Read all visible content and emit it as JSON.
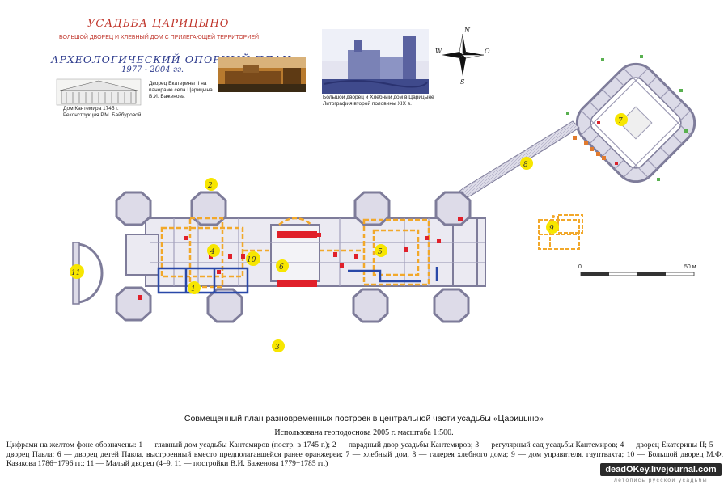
{
  "header": {
    "title": "УСАДЬБА ЦАРИЦЫНО",
    "subtitle": "БОЛЬШОЙ ДВОРЕЦ И ХЛЕБНЫЙ ДОМ С ПРИЛЕГАЮЩЕЙ ТЕРРИТОРИЕЙ",
    "plan_title": "АРХЕОЛОГИЧЕСКИЙ ОПОРНЫЙ ПЛАН",
    "years": "1977 - 2004 гг."
  },
  "illustrations": [
    {
      "caption_line1": "Дом Кантемира 1745 г.",
      "caption_line2": "Реконструкция Р.М. Байбуровой"
    },
    {
      "caption_line1": "Дворец Екатерины II на",
      "caption_line2": "панораме села Царицына",
      "caption_line3": "В.И. Баженова"
    },
    {
      "caption_line1": "Большой дворец и Хлебный дом в Царицыне",
      "caption_line2": "Литография второй половины XIX в."
    }
  ],
  "compass": {
    "north": "N",
    "south": "S",
    "east": "O",
    "west": "W"
  },
  "scale_bar": {
    "start": "0",
    "end": "50 м"
  },
  "markers": [
    "1",
    "2",
    "3",
    "4",
    "5",
    "6",
    "7",
    "8",
    "9",
    "10",
    "11"
  ],
  "caption": {
    "title": "Совмещенный план разновременных построек в центральной части усадьбы «Царицыно»",
    "subtitle": "Использована геоподоснова 2005 г. масштаба 1:500.",
    "legend": "Цифрами на желтом фоне обозначены: 1 — главный дом усадьбы Кантемиров (постр. в 1745 г.); 2 — парадный двор усадьбы Кантемиров; 3 — регулярный сад усадьбы Кантемиров; 4 — дворец Екатерины II; 5 — дворец Павла; 6 — дворец детей Павла, выстроенный вместо предполагавшейся ранее оранжереи; 7 — хлебный дом, 8 — галерея хлебного дома; 9 — дом управителя, гауптвахта; 10 — Большой дворец М.Ф. Казакова 1786−1796 гг.; 11 — Малый дворец (4–9, 11 — постройки В.И. Баженова 1779−1785 гг.)"
  },
  "watermark": {
    "text": "deadOKey.livejournal.com",
    "subtext": "летопись русской усадьбы"
  },
  "colors": {
    "wall": "#8e8ca8",
    "wall_fill": "#d9d8e6",
    "yellow": "#f7e600",
    "orange_dash": "#f2a82a",
    "red": "#e0202a",
    "blue": "#2948a8",
    "title_red": "#c0362c",
    "title_blue": "#2c3a8c"
  }
}
